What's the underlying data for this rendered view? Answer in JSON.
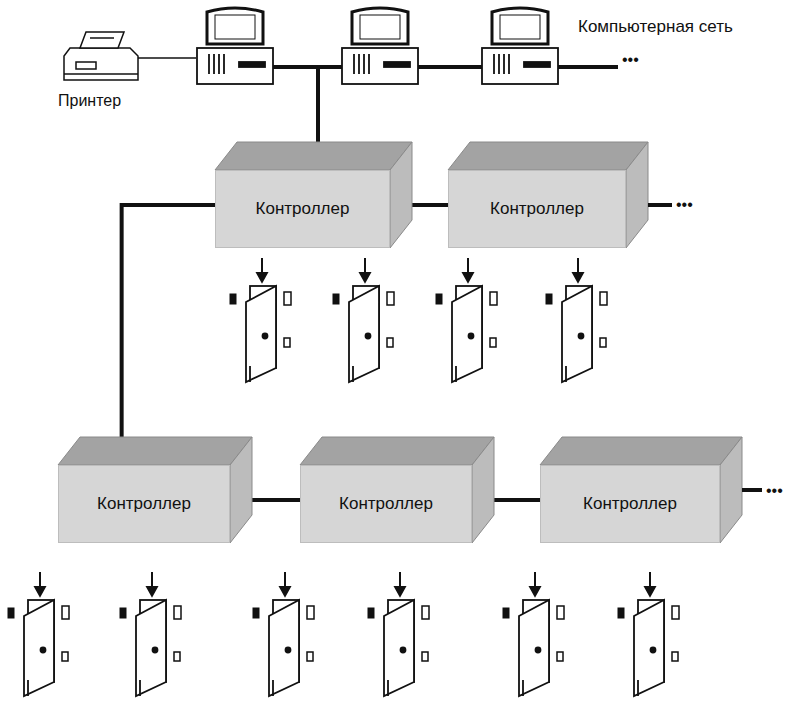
{
  "diagram": {
    "nodes": [
      {
        "text": [
          "Контроллер"
        ]
      },
      {
        "text": [
          "Контроллер"
        ]
      },
      {
        "text": [
          "Контроллер"
        ]
      },
      {
        "text": [
          "Контроллер"
        ]
      },
      {
        "text": [
          "Контроллер"
        ]
      }
    ],
    "edges": [
      {
        "from": 0,
        "to": 1,
        "arrow": "none"
      },
      {
        "from": 0,
        "to": 2,
        "arrow": "none"
      },
      {
        "from": 2,
        "to": 3,
        "arrow": "none"
      },
      {
        "from": 3,
        "to": 4,
        "arrow": "none"
      }
    ],
    "labels": [
      "Компьютерная сеть",
      "Принтер",
      "•••",
      "•••",
      "•••"
    ]
  }
}
